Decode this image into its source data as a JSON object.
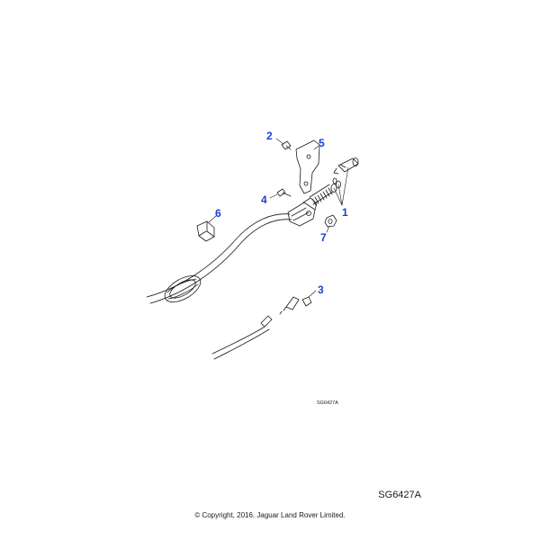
{
  "colors": {
    "callout": "#1a3fd1",
    "line": "#1a1a1a",
    "background": "#ffffff"
  },
  "callouts": {
    "c1": "1",
    "c2": "2",
    "c3": "3",
    "c4": "4",
    "c5": "5",
    "c6": "6",
    "c7": "7"
  },
  "drawing_ref": "SG6427A",
  "corner_ref": "SG6427A",
  "copyright": "© Copyright, 2016. Jaguar Land Rover Limited."
}
